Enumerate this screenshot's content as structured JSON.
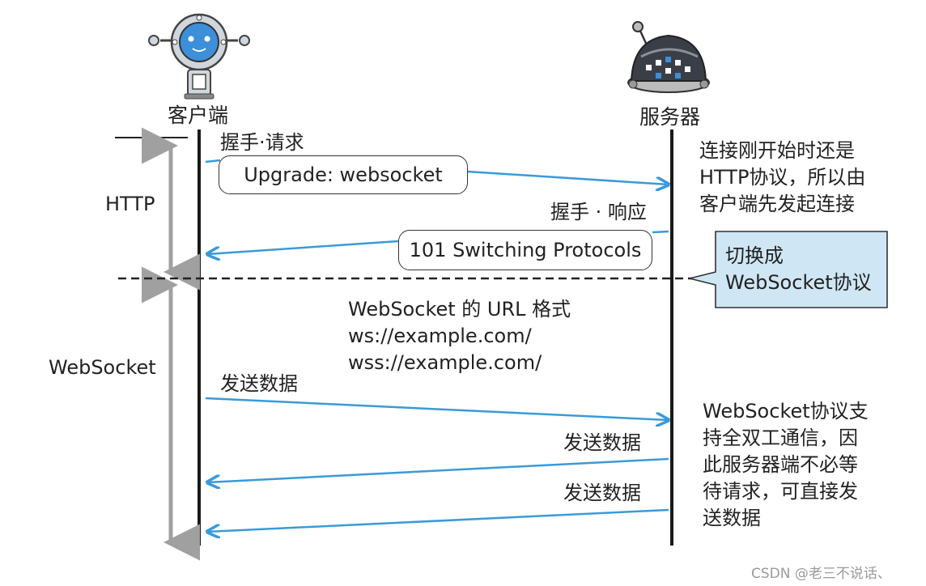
{
  "actors": {
    "client_label": "客户端",
    "server_label": "服务器"
  },
  "phases": {
    "http_label": "HTTP",
    "websocket_label": "WebSocket"
  },
  "messages": {
    "handshake_request_label": "握手·请求",
    "upgrade_header": "Upgrade: websocket",
    "handshake_response_label": "握手 · 响应",
    "switching_protocols": "101 Switching Protocols",
    "send_data_1": "发送数据",
    "send_data_2": "发送数据",
    "send_data_3": "发送数据"
  },
  "url_format": {
    "title": "WebSocket 的 URL 格式",
    "ws": "ws://example.com/",
    "wss": "wss://example.com/"
  },
  "notes": {
    "http_start": "连接刚开始时还是\nHTTP协议，所以由\n客户端先发起连接",
    "switch_callout": "切换成\nWebSocket协议",
    "full_duplex": "WebSocket协议支\n持全双工通信，因\n此服务器端不必等\n待请求，可直接发\n送数据"
  },
  "colors": {
    "arrow": "#3a9ad9",
    "callout_fill": "#cfe6f4",
    "bracket": "#9a9a9a",
    "lifeline": "#1a1a1a"
  },
  "icons": {
    "client": "robot-icon",
    "server": "server-robot-icon"
  },
  "watermark": "CSDN @老三不说话、"
}
